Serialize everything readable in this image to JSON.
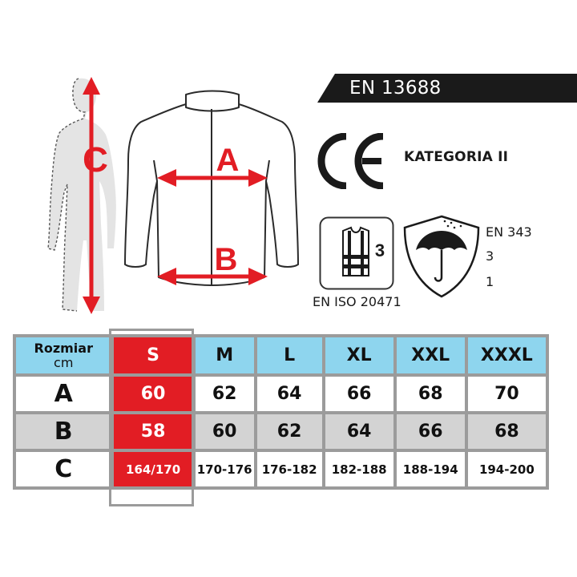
{
  "standards": {
    "banner": "EN 13688",
    "ce_mark": "CE",
    "kategoria": "KATEGORIA II",
    "iso_icon_level": "3",
    "iso_label": "EN ISO 20471",
    "en343_label": "EN 343",
    "en343_class_1": "3",
    "en343_class_2": "1"
  },
  "diagram": {
    "label_a": "A",
    "label_b": "B",
    "label_c": "C",
    "accent_color": "#e21d24",
    "icons": [
      "human-silhouette-icon",
      "jacket-outline-icon",
      "hi-vis-vest-icon",
      "umbrella-rain-shield-icon"
    ]
  },
  "size_table": {
    "header_label_1": "Rozmiar",
    "header_label_2": "cm",
    "sizes": [
      "S",
      "M",
      "L",
      "XL",
      "XXL",
      "XXXL"
    ],
    "rows": [
      {
        "label": "A",
        "values": [
          "60",
          "62",
          "64",
          "66",
          "68",
          "70"
        ]
      },
      {
        "label": "B",
        "values": [
          "58",
          "60",
          "62",
          "64",
          "66",
          "68"
        ]
      },
      {
        "label": "C",
        "values": [
          "164/170",
          "170-176",
          "176-182",
          "182-188",
          "188-194",
          "194-200"
        ]
      }
    ],
    "colors": {
      "header": "#8ed5ee",
      "highlight": "#e21d24",
      "row_gray": "#d3d3d3",
      "border": "#9b9b9b"
    }
  }
}
